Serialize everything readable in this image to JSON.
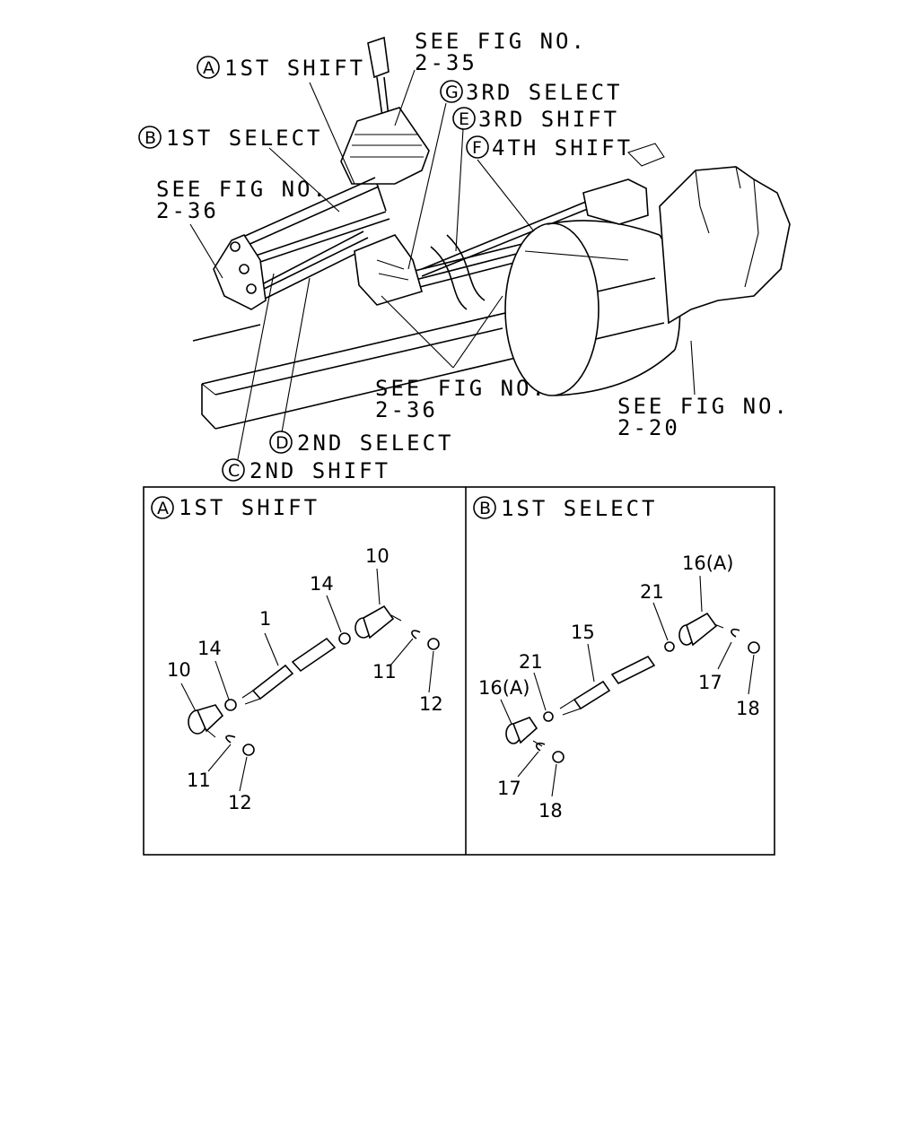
{
  "overview": {
    "see_fig_235": {
      "line1": "SEE FIG NO.",
      "line2": "2-35"
    },
    "see_fig_236_left": {
      "line1": "SEE FIG NO.",
      "line2": "2-36"
    },
    "see_fig_236_center": {
      "line1": "SEE FIG NO.",
      "line2": "2-36"
    },
    "see_fig_220": {
      "line1": "SEE FIG NO.",
      "line2": "2-20"
    },
    "callouts": {
      "a": {
        "letter": "A",
        "label": "1ST SHIFT"
      },
      "b": {
        "letter": "B",
        "label": "1ST SELECT"
      },
      "c": {
        "letter": "C",
        "label": "2ND SHIFT"
      },
      "d": {
        "letter": "D",
        "label": "2ND SELECT"
      },
      "e": {
        "letter": "E",
        "label": "3RD SHIFT"
      },
      "f": {
        "letter": "F",
        "label": "4TH SHIFT"
      },
      "g": {
        "letter": "G",
        "label": "3RD SELECT"
      }
    }
  },
  "panel_a": {
    "letter": "A",
    "title": "1ST SHIFT",
    "parts": {
      "rod": "1",
      "left_end": "10",
      "right_end": "10",
      "left_nut": "14",
      "right_nut": "14",
      "left_clip": "11",
      "right_clip": "11",
      "left_locknut": "12",
      "right_locknut": "12"
    }
  },
  "panel_b": {
    "letter": "B",
    "title": "1ST SELECT",
    "parts": {
      "rod": "15",
      "left_end": "16(A)",
      "right_end": "16(A)",
      "left_nut": "21",
      "right_nut": "21",
      "left_clip": "17",
      "right_clip": "17",
      "left_locknut": "18",
      "right_locknut": "18"
    }
  }
}
